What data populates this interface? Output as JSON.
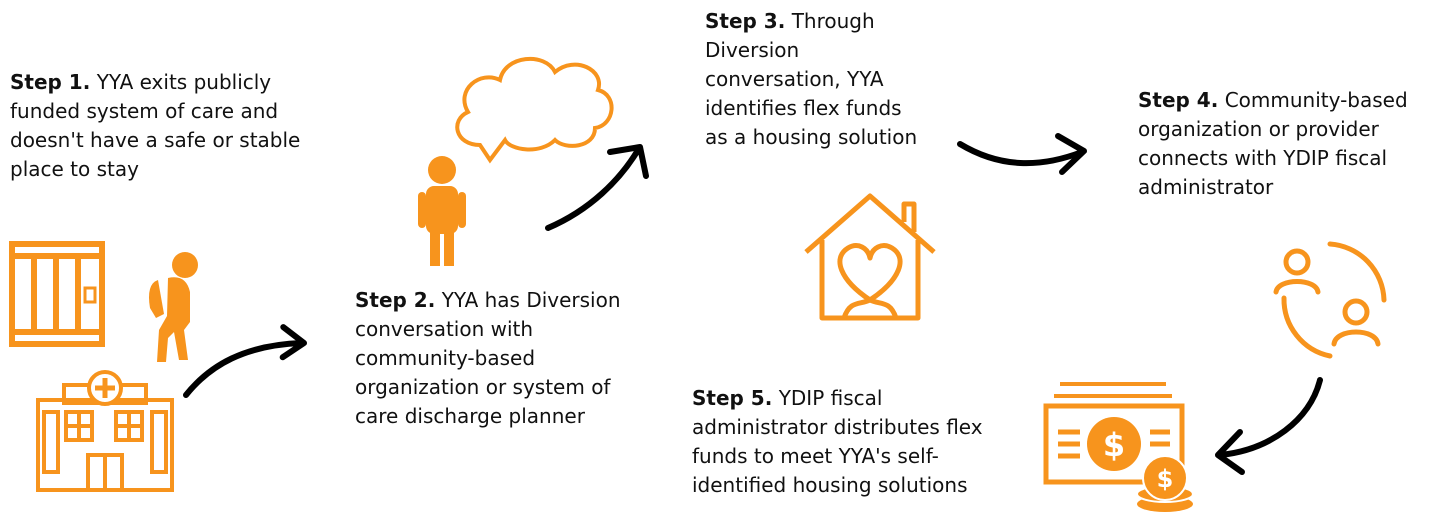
{
  "colors": {
    "accent": "#f7941d",
    "arrow": "#000000",
    "text": "#111111"
  },
  "steps": [
    {
      "label": "Step 1.",
      "text": "YYA exits publicly funded system of care and doesn't have a safe or stable place to stay"
    },
    {
      "label": "Step 2.",
      "text": "YYA has Diversion conversation with community-based organization or system of care discharge planner"
    },
    {
      "label": "Step 3.",
      "text": "Through Diversion conversation, YYA identifies flex funds as a housing solution"
    },
    {
      "label": "Step 4.",
      "text": "Community-based organization or provider connects with YDIP fiscal administrator"
    },
    {
      "label": "Step 5.",
      "text": "YDIP fiscal administrator distributes flex funds to meet YYA's self-identified housing solutions"
    }
  ],
  "icons": [
    "jail-icon",
    "walking-youth-icon",
    "hospital-icon",
    "thought-cloud-icon",
    "youth-icon",
    "heart-house-icon",
    "connected-people-icon",
    "money-icon"
  ]
}
